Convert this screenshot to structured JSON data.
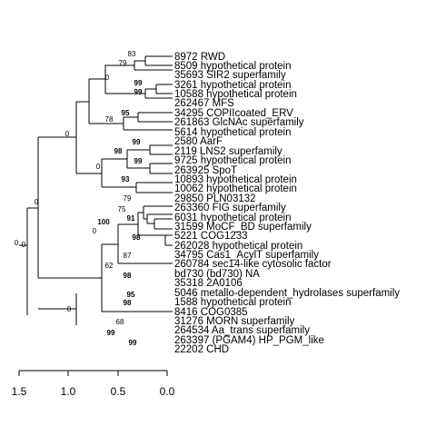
{
  "tree": {
    "tips": [
      "8972 RWD",
      "8509 hypothetical protein",
      "35693 SIR2 superfamily",
      "3261 hypothetical protein",
      "10588 hypothetical protein",
      "262467 MFS",
      "34295 COPIIcoated_ERV",
      "261863 GlcNAc superfamily",
      "5614 hypothetical protein",
      "2580 AarF",
      "2119 LNS2 superfamily",
      "9725 hypothetical protein",
      "263925 SpoT",
      "10893 hypothetical protein",
      "10062 hypothetical protein",
      "29850 PLN03132",
      "263360 FIG superfamily",
      "6031 hypothetical protein",
      "31599 MoCF_BD superfamily",
      "5221 COG1233",
      "262028 hypothetical protein",
      "34795 Cas1_AcylT superfamily",
      "260784 sec14-like cytosolic factor",
      "bd730 (bd730) NA",
      "35318 2A0106",
      "5046 metallo-dependent_hydrolases superfamily",
      "1588 hypothetical protein",
      "8416 COG0385",
      "31276 MORN superfamily",
      "264534 Aa_trans superfamily",
      "263397 (PGAM4) HP_PGM_like",
      "22202 CHD"
    ],
    "support_labels": [
      "83",
      "79",
      "0",
      "99",
      "99",
      "95",
      "78",
      "0",
      "99",
      "98",
      "99",
      "0",
      "93",
      "0",
      "79",
      "75",
      "91",
      "100",
      "98",
      "0",
      "87",
      "62",
      "98",
      "95",
      "98",
      "0",
      "68",
      "99",
      "99",
      "0",
      "0"
    ],
    "axis_ticks": [
      "1.5",
      "1.0",
      "0.5",
      "0.0"
    ]
  }
}
